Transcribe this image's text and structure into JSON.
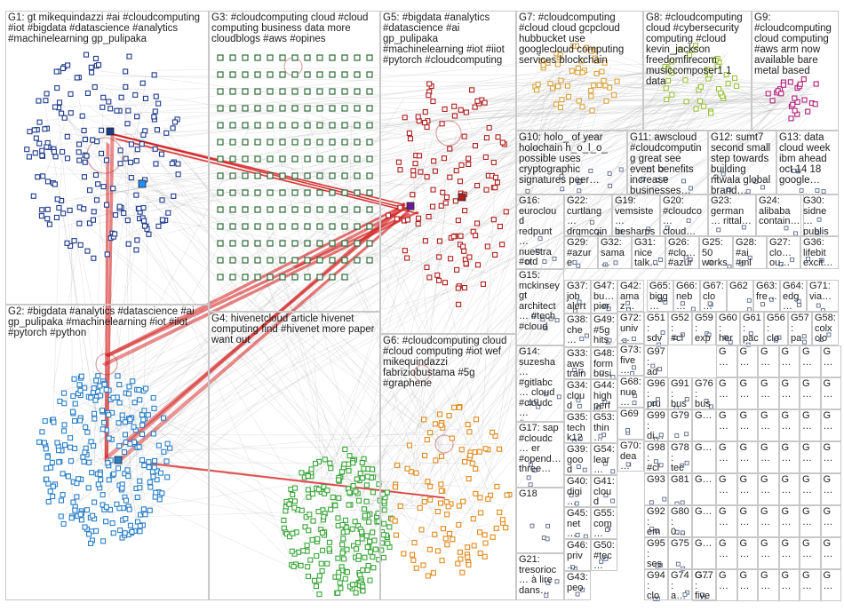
{
  "groups": [
    {
      "id": "G1",
      "label": "G1: gt mikequindazzi #ai #cloudcomputing #iot #bigdata #datascience #analytics #machinelearning gp_pulipaka",
      "color": "#1f3b8c"
    },
    {
      "id": "G2",
      "label": "G2: #bigdata #analytics #datascience #ai gp_pulipaka #machinelearning #iot #iiot #pytorch #python",
      "color": "#2a7fc8"
    },
    {
      "id": "G3",
      "label": "G3: #cloudcomputing cloud #cloud computing business data more cloudblogs #aws #opines",
      "color": "#2e6b3a"
    },
    {
      "id": "G4",
      "label": "G4: hivenetcloud article hivenet computing find #hivenet more paper want out",
      "color": "#3aa63a"
    },
    {
      "id": "G5",
      "label": "G5: #bigdata #analytics #datascience #ai gp_pulipaka #machinelearning #iot #iiot #pytorch #cloudcomputing",
      "color": "#b01e1e"
    },
    {
      "id": "G6",
      "label": "G6: #cloudcomputing cloud #cloud computing #iot wef mikequindazzi fabriziobustama #5g #graphene",
      "color": "#e08a1e"
    },
    {
      "id": "G7",
      "label": "G7: #cloudcomputing #cloud cloud gcpcloud hubbucket use googlecloud computing services blockchain",
      "color": "#d9a23a"
    },
    {
      "id": "G8",
      "label": "G8: #cloudcomputing cloud #cybersecurity computing #cloud kevin_jackson freedomfirecom musiccomposer1 1 data",
      "color": "#9bc23a"
    },
    {
      "id": "G9",
      "label": "G9: #cloudcomputing cloud computing #aws arm now available bare metal based",
      "color": "#b0207a"
    },
    {
      "id": "G10",
      "label": "G10: holo_ of year holochain h_o_l_o_ possible uses cryptographic signatures peer…",
      "color": "#777777"
    },
    {
      "id": "G11",
      "label": "G11: awscloud #cloudcomputing great see event benefits increase businesses…",
      "color": "#777777"
    },
    {
      "id": "G12",
      "label": "G12: sumt7 second small step towards building ritwala global brand…",
      "color": "#777777"
    },
    {
      "id": "G13",
      "label": "G13: data cloud week ibm ahead oct 14 18 google…",
      "color": "#777777"
    },
    {
      "id": "G14",
      "label": "G14: suzesha… #gitlabc… cloud #cloudc… #women…",
      "color": "#777777"
    },
    {
      "id": "G15",
      "label": "G15: mckinsey gt architect… #tech #cloud",
      "color": "#777777"
    },
    {
      "id": "G16",
      "label": "G16: eurocloud redpunt… nuestra #otd sobre…",
      "color": "#777777"
    },
    {
      "id": "G17",
      "label": "G17: sap #cloudc… er #opend… three…",
      "color": "#777777"
    },
    {
      "id": "G18",
      "label": "G18",
      "color": "#777777"
    },
    {
      "id": "G19",
      "label": "G19: vemsiste… besharps…",
      "color": "#777777"
    },
    {
      "id": "G20",
      "label": "G20: #cloudco… cloud…",
      "color": "#777777"
    },
    {
      "id": "G21",
      "label": "G21: tresorioc… à lire dans…",
      "color": "#777777"
    },
    {
      "id": "G22",
      "label": "G22: curtlang… drgmcgin…",
      "color": "#777777"
    },
    {
      "id": "G23",
      "label": "G23: german… rittal…",
      "color": "#777777"
    },
    {
      "id": "G24",
      "label": "G24: alibaba contain…",
      "color": "#777777"
    },
    {
      "id": "G25",
      "label": "G25: 50 works…",
      "color": "#777777"
    },
    {
      "id": "G26",
      "label": "G26: #clo… #azur…",
      "color": "#777777"
    },
    {
      "id": "G27",
      "label": "G27: clo… ou…",
      "color": "#777777"
    },
    {
      "id": "G28",
      "label": "G28: #ai #ml #clou…",
      "color": "#777777"
    },
    {
      "id": "G29",
      "label": "G29: #azure #clou…",
      "color": "#777777"
    },
    {
      "id": "G30",
      "label": "G30: sidne… publis…",
      "color": "#777777"
    },
    {
      "id": "G31",
      "label": "G31: nice talk…",
      "color": "#777777"
    },
    {
      "id": "G32",
      "label": "G32: sama… mark…",
      "color": "#777777"
    },
    {
      "id": "G33",
      "label": "G33: aws train… ban…",
      "color": "#777777"
    },
    {
      "id": "G34",
      "label": "G34: cloud #clo… #clo…",
      "color": "#777777"
    },
    {
      "id": "G35",
      "label": "G35: tech k12 edu…",
      "color": "#777777"
    },
    {
      "id": "G36",
      "label": "G36: lifebit excit…",
      "color": "#777777"
    },
    {
      "id": "G37",
      "label": "G37: job alert #clo…",
      "color": "#777777"
    },
    {
      "id": "G38",
      "label": "G38: che… out late…",
      "color": "#777777"
    },
    {
      "id": "G39",
      "label": "G39: good artic…",
      "color": "#777777"
    },
    {
      "id": "G40",
      "label": "G40: digi… #clo…",
      "color": "#777777"
    },
    {
      "id": "G41",
      "label": "G41: cloud #erp…",
      "color": "#777777"
    },
    {
      "id": "G42",
      "label": "G42: amaz…",
      "color": "#777777"
    },
    {
      "id": "G43",
      "label": "G43: peo… over…",
      "color": "#777777"
    },
    {
      "id": "G44",
      "label": "G44: high perf…",
      "color": "#777777"
    },
    {
      "id": "G45",
      "label": "G45: net… kno…",
      "color": "#777777"
    },
    {
      "id": "G46",
      "label": "G46: priv… #clo…",
      "color": "#777777"
    },
    {
      "id": "G47",
      "label": "G47: bu… pier…",
      "color": "#777777"
    },
    {
      "id": "G48",
      "label": "G48: form busi…",
      "color": "#777777"
    },
    {
      "id": "G49",
      "label": "G49: #5g hits…",
      "color": "#777777"
    },
    {
      "id": "G50",
      "label": "G50: #tec…",
      "color": "#777777"
    },
    {
      "id": "G51",
      "label": "G51: sdv… #cl…",
      "color": "#777777"
    },
    {
      "id": "G52",
      "label": "G52: #cl…",
      "color": "#777777"
    },
    {
      "id": "G53",
      "label": "G53: thin…",
      "color": "#777777"
    },
    {
      "id": "G54",
      "label": "G54: lear…",
      "color": "#777777"
    },
    {
      "id": "G55",
      "label": "G55: com…",
      "color": "#777777"
    },
    {
      "id": "G56",
      "label": "G56: clo…",
      "color": "#777777"
    },
    {
      "id": "G57",
      "label": "G57: pa…",
      "color": "#777777"
    },
    {
      "id": "G58",
      "label": "G58: colx clo…",
      "color": "#777777"
    },
    {
      "id": "G59",
      "label": "G59: exp…",
      "color": "#777777"
    },
    {
      "id": "G60",
      "label": "G60: her…",
      "color": "#777777"
    },
    {
      "id": "G61",
      "label": "G61: pac…",
      "color": "#777777"
    },
    {
      "id": "G62",
      "label": "G62",
      "color": "#777777"
    },
    {
      "id": "G63",
      "label": "G63: fre…",
      "color": "#777777"
    },
    {
      "id": "G64",
      "label": "G64: edg…",
      "color": "#777777"
    },
    {
      "id": "G65",
      "label": "G65: bigg…",
      "color": "#777777"
    },
    {
      "id": "G66",
      "label": "G66: neb…",
      "color": "#777777"
    },
    {
      "id": "G67",
      "label": "G67: clo…",
      "color": "#777777"
    },
    {
      "id": "G68",
      "label": "G68: nue…",
      "color": "#777777"
    },
    {
      "id": "G69",
      "label": "G69",
      "color": "#777777"
    },
    {
      "id": "G70",
      "label": "G70: dea…",
      "color": "#777777"
    },
    {
      "id": "G71",
      "label": "G71: via…",
      "color": "#777777"
    },
    {
      "id": "G72",
      "label": "G72: univ…",
      "color": "#777777"
    },
    {
      "id": "G73",
      "label": "G73: five…",
      "color": "#777777"
    },
    {
      "id": "G74",
      "label": "G74: a…",
      "color": "#777777"
    },
    {
      "id": "G75",
      "label": "G75",
      "color": "#777777"
    },
    {
      "id": "G76",
      "label": "G76: bus…",
      "color": "#777777"
    },
    {
      "id": "G77",
      "label": "G77: five…",
      "color": "#777777"
    },
    {
      "id": "G78",
      "label": "G78: tec…",
      "color": "#777777"
    },
    {
      "id": "G79",
      "label": "G79",
      "color": "#777777"
    },
    {
      "id": "G80",
      "label": "G80: 0…",
      "color": "#777777"
    },
    {
      "id": "G81",
      "label": "G81",
      "color": "#777777"
    },
    {
      "id": "G91",
      "label": "G91: bus…",
      "color": "#777777"
    },
    {
      "id": "G92",
      "label": "G92: em…",
      "color": "#777777"
    },
    {
      "id": "G93",
      "label": "G93",
      "color": "#777777"
    },
    {
      "id": "G94",
      "label": "G94: clo…",
      "color": "#777777"
    },
    {
      "id": "G95",
      "label": "G95: ses…",
      "color": "#777777"
    },
    {
      "id": "G96",
      "label": "G96: pru…",
      "color": "#777777"
    },
    {
      "id": "G97",
      "label": "G97: ad…",
      "color": "#777777"
    },
    {
      "id": "G98",
      "label": "G98: #cl…",
      "color": "#777777"
    },
    {
      "id": "G99",
      "label": "G99: di…",
      "color": "#777777"
    }
  ],
  "small_tile_label": "G…"
}
